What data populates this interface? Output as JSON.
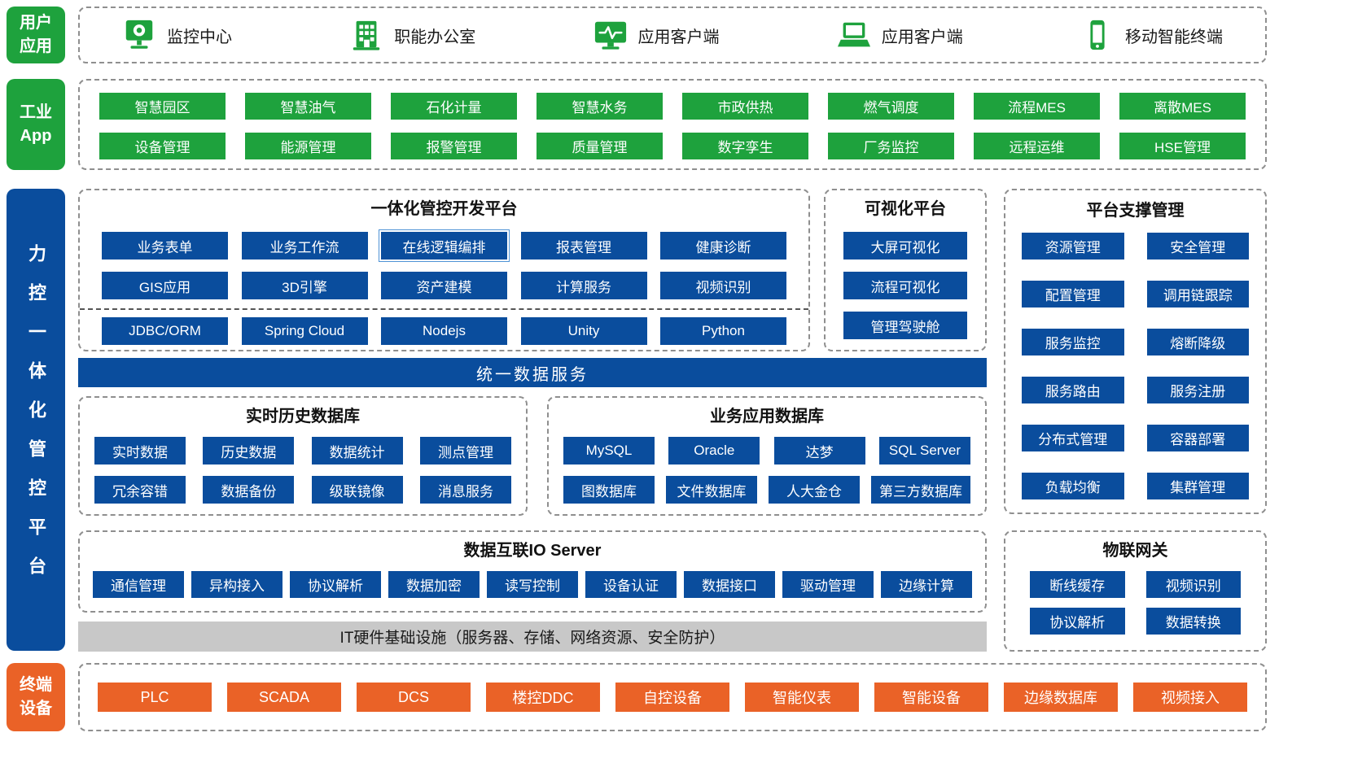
{
  "colors": {
    "green": "#1EA23D",
    "blue": "#0A4D9D",
    "orange": "#EA6227",
    "gray_bar": "#C8C8C8",
    "panel_border": "#8F8F8F",
    "highlight_outline": "#4F93D6"
  },
  "user_apps": {
    "side_label_lines": [
      "用户",
      "应用"
    ],
    "items": [
      {
        "icon": "cctv-monitor-icon",
        "label": "监控中心"
      },
      {
        "icon": "office-building-icon",
        "label": "职能办公室"
      },
      {
        "icon": "desktop-pulse-icon",
        "label": "应用客户端"
      },
      {
        "icon": "laptop-icon",
        "label": "应用客户端"
      },
      {
        "icon": "smartphone-icon",
        "label": "移动智能终端"
      }
    ]
  },
  "industrial_app": {
    "side_label_lines": [
      "工业",
      "App"
    ],
    "row1": [
      "智慧园区",
      "智慧油气",
      "石化计量",
      "智慧水务",
      "市政供热",
      "燃气调度",
      "流程MES",
      "离散MES"
    ],
    "row2": [
      "设备管理",
      "能源管理",
      "报警管理",
      "质量管理",
      "数字孪生",
      "厂务监控",
      "远程运维",
      "HSE管理"
    ]
  },
  "platform": {
    "side_label": "力控一体化管控平台",
    "dev_platform": {
      "title": "一体化管控开发平台",
      "row1": [
        "业务表单",
        "业务工作流",
        {
          "label": "在线逻辑编排",
          "highlighted": true
        },
        "报表管理",
        "健康诊断"
      ],
      "row2": [
        "GIS应用",
        "3D引擎",
        "资产建模",
        "计算服务",
        "视频识别"
      ],
      "row3": [
        "JDBC/ORM",
        "Spring Cloud",
        "Nodejs",
        "Unity",
        "Python"
      ]
    },
    "visualization": {
      "title": "可视化平台",
      "items": [
        "大屏可视化",
        "流程可视化",
        "管理驾驶舱"
      ]
    },
    "support": {
      "title": "平台支撑管理",
      "items": [
        "资源管理",
        "安全管理",
        "配置管理",
        "调用链跟踪",
        "服务监控",
        "熔断降级",
        "服务路由",
        "服务注册",
        "分布式管理",
        "容器部署",
        "负载均衡",
        "集群管理"
      ]
    },
    "unified_data_service": "统一数据服务",
    "realtime_db": {
      "title": "实时历史数据库",
      "row1": [
        "实时数据",
        "历史数据",
        "数据统计",
        "测点管理"
      ],
      "row2": [
        "冗余容错",
        "数据备份",
        "级联镜像",
        "消息服务"
      ]
    },
    "business_db": {
      "title": "业务应用数据库",
      "row1": [
        "MySQL",
        "Oracle",
        "达梦",
        "SQL Server"
      ],
      "row2": [
        "图数据库",
        "文件数据库",
        "人大金仓",
        "第三方数据库"
      ]
    },
    "io_server": {
      "title": "数据互联IO Server",
      "items": [
        "通信管理",
        "异构接入",
        "协议解析",
        "数据加密",
        "读写控制",
        "设备认证",
        "数据接口",
        "驱动管理",
        "边缘计算"
      ]
    },
    "iot_gateway": {
      "title": "物联网关",
      "items": [
        "断线缓存",
        "视频识别",
        "协议解析",
        "数据转换"
      ]
    },
    "it_infra": "IT硬件基础设施（服务器、存储、网络资源、安全防护）"
  },
  "terminal": {
    "side_label_lines": [
      "终端",
      "设备"
    ],
    "items": [
      "PLC",
      "SCADA",
      "DCS",
      "楼控DDC",
      "自控设备",
      "智能仪表",
      "智能设备",
      "边缘数据库",
      "视频接入"
    ]
  }
}
